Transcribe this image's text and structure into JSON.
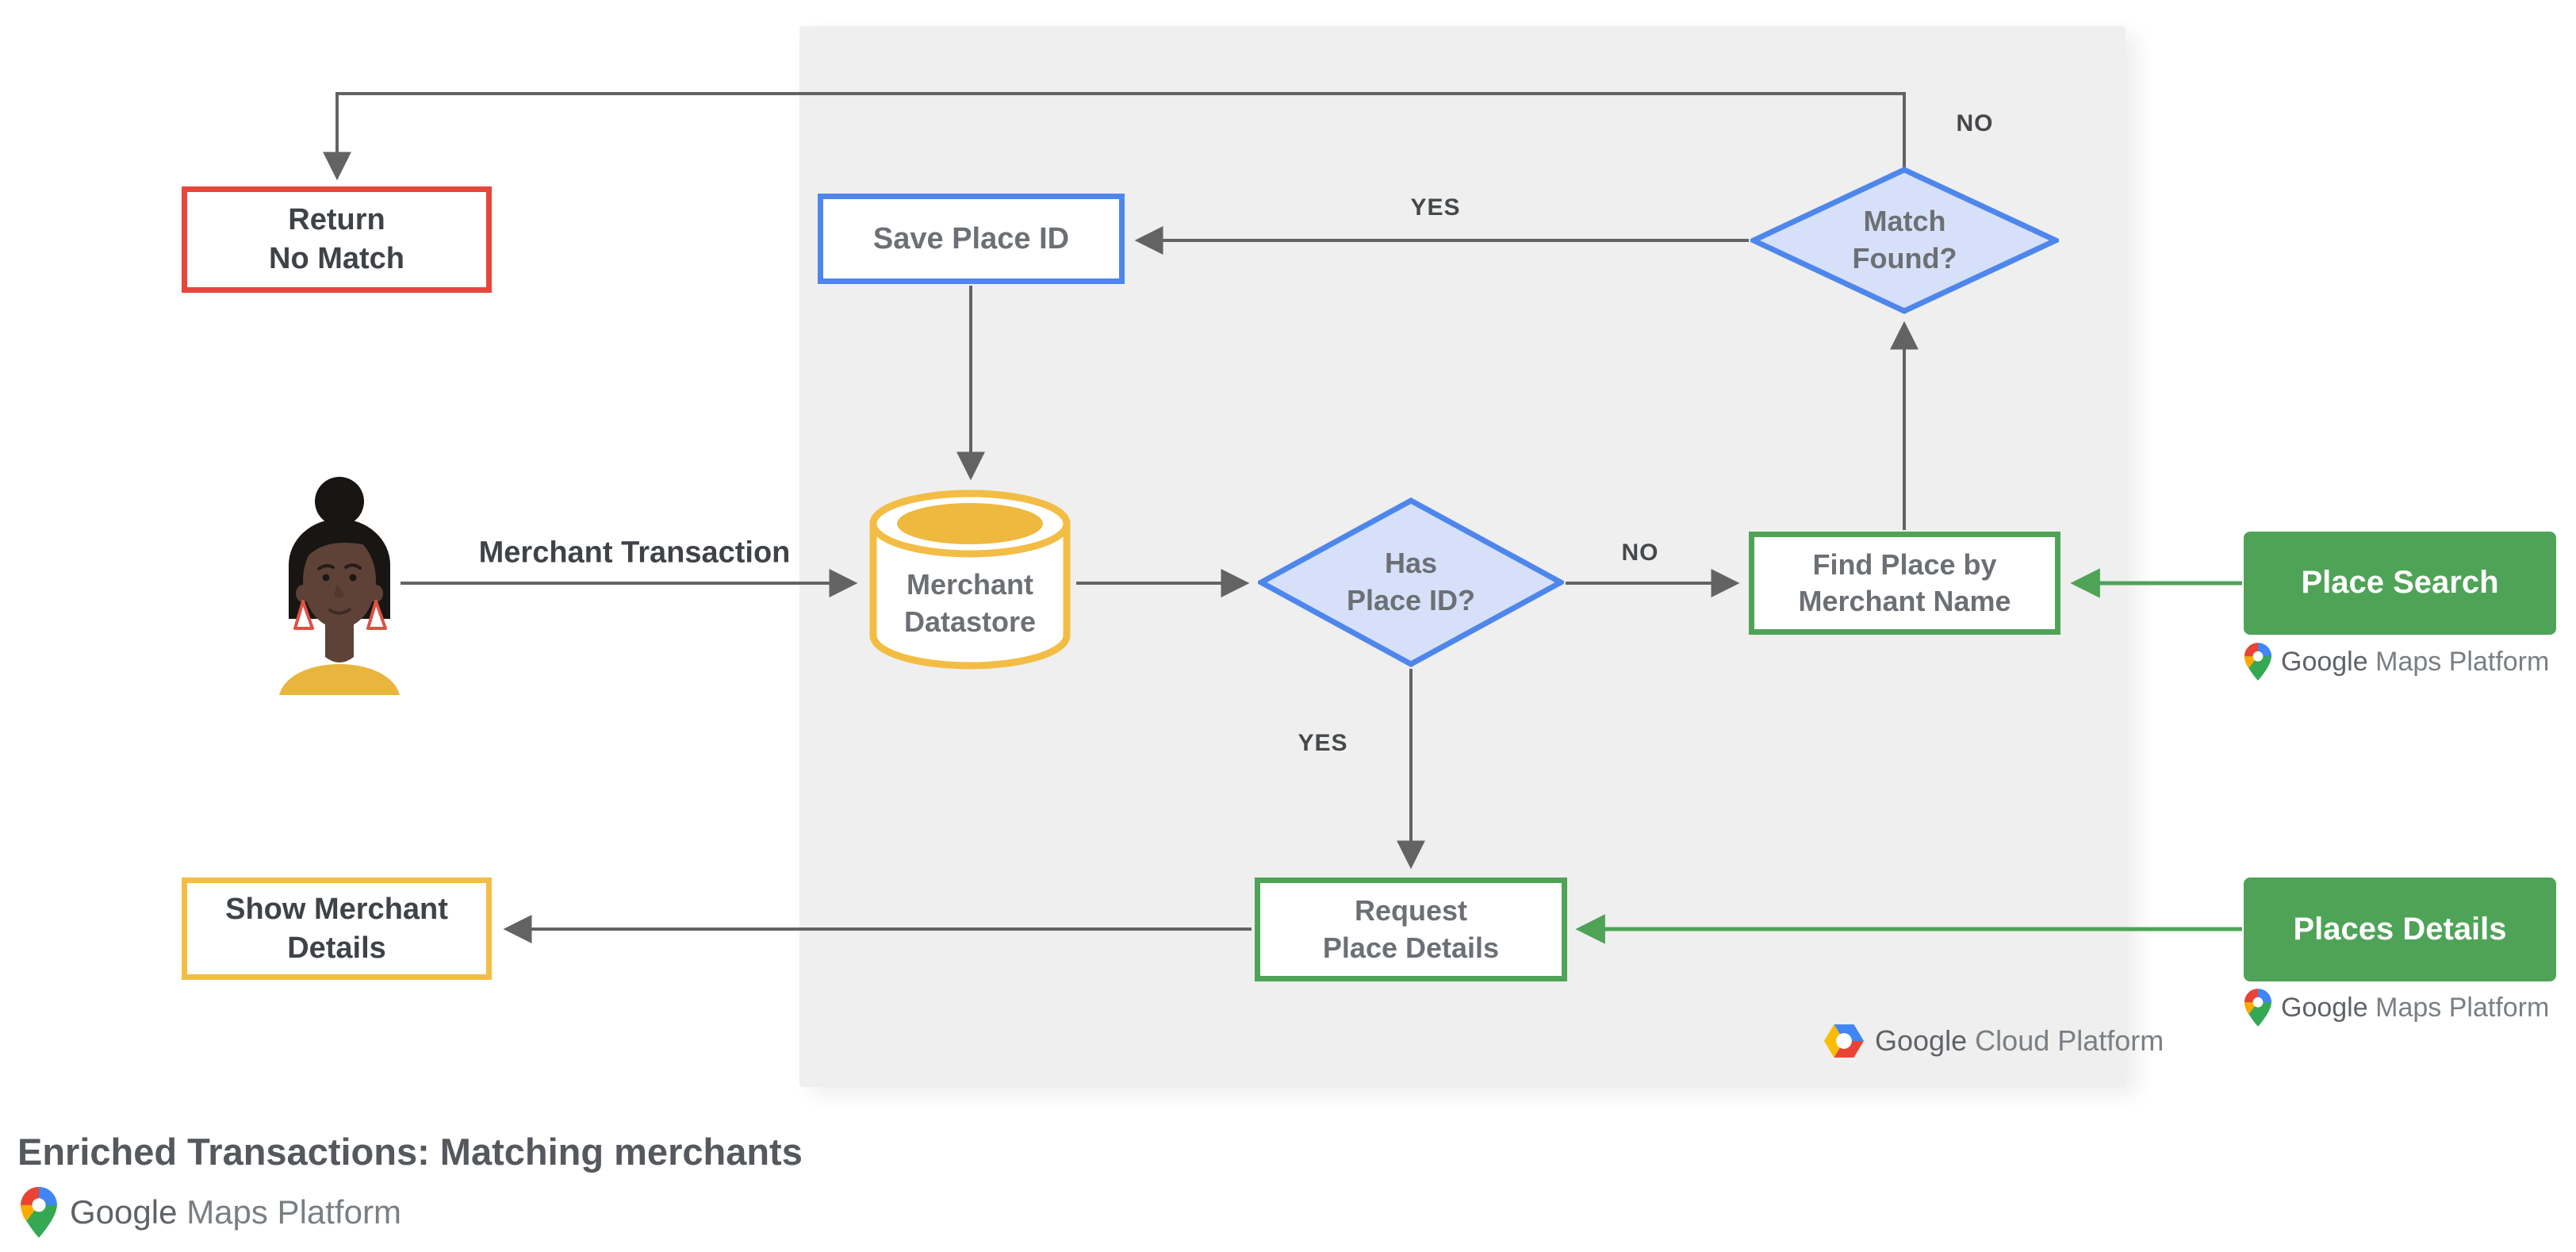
{
  "title": "Enriched Transactions: Matching merchants",
  "nodes": {
    "return_no_match": {
      "line1": "Return",
      "line2": "No Match"
    },
    "save_place_id": {
      "label": "Save Place ID"
    },
    "match_found": {
      "line1": "Match",
      "line2": "Found?"
    },
    "merchant_datastore": {
      "line1": "Merchant",
      "line2": "Datastore"
    },
    "has_place_id": {
      "line1": "Has",
      "line2": "Place ID?"
    },
    "find_place_by_merchant_name": {
      "line1": "Find Place by",
      "line2": "Merchant Name"
    },
    "place_search": {
      "label": "Place Search"
    },
    "request_place_details": {
      "line1": "Request",
      "line2": "Place Details"
    },
    "places_details": {
      "label": "Places Details"
    },
    "show_merchant_details": {
      "line1": "Show Merchant",
      "line2": "Details"
    }
  },
  "edge_labels": {
    "match_found_no": "NO",
    "match_found_yes": "YES",
    "has_place_id_no": "NO",
    "has_place_id_yes": "YES",
    "merchant_transaction": "Merchant Transaction"
  },
  "logos": {
    "google_cloud_platform": {
      "google": "Google",
      "rest": "Cloud Platform"
    },
    "google_maps_platform": {
      "google": "Google",
      "rest": "Maps Platform"
    }
  },
  "colors": {
    "red": "#E8463A",
    "blue": "#4E86EC",
    "blue_fill": "#D6E1F9",
    "yellow": "#F3BD45",
    "green": "#4FA357",
    "arrow_gray": "#636363",
    "panel_bg": "#EFEFEF",
    "text_dark": "#3F4347",
    "text_gray": "#6C7074"
  }
}
